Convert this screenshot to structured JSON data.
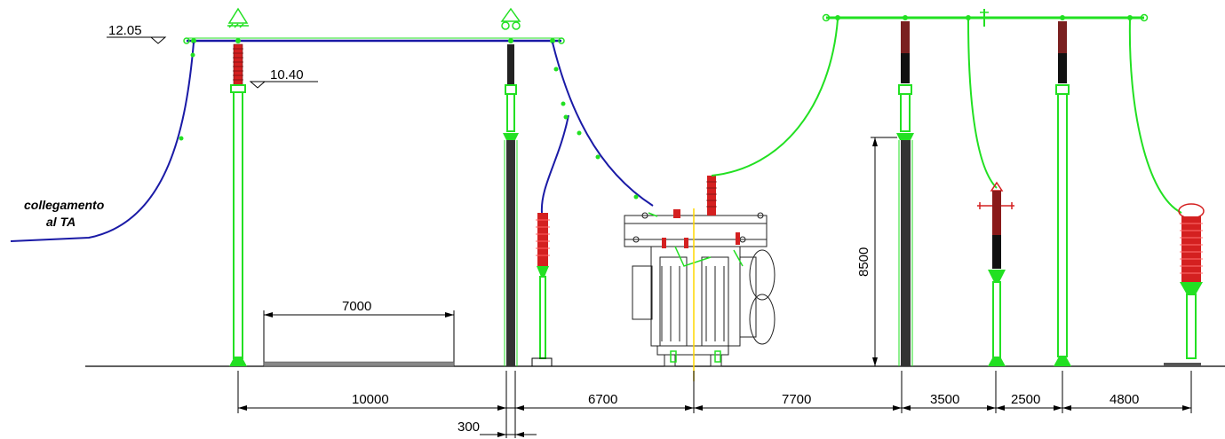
{
  "levels": {
    "top_busbar": "12.05",
    "insulator_top": "10.40"
  },
  "note": {
    "line1": "collegamento",
    "line2": "al TA"
  },
  "dimensions": {
    "span_10000": "10000",
    "span_300": "300",
    "span_6700": "6700",
    "span_7700": "7700",
    "span_3500": "3500",
    "span_2500": "2500",
    "span_4800": "4800",
    "width_7000": "7000",
    "height_8500": "8500"
  },
  "colors": {
    "busbar_blue": "#1a1aa6",
    "conductor_green": "#22e022",
    "insulator_red": "#d42020",
    "transformer_black": "#202020",
    "axis_yellow": "#ffd700"
  }
}
